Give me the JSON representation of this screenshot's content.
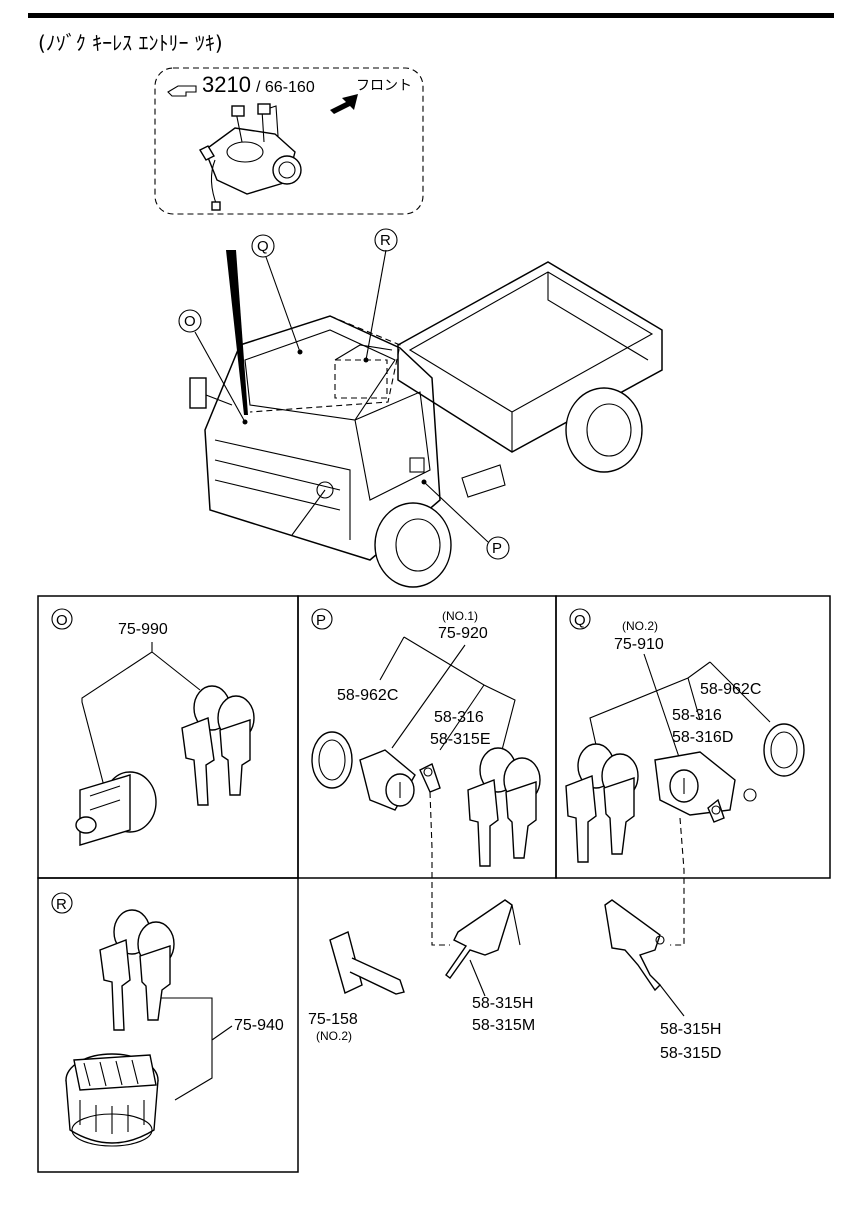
{
  "header": {
    "title": "(ﾉｿﾞｸ ｷｰﾚｽ ｴﾝﾄﾘｰ ﾂｷ)"
  },
  "inset": {
    "ref_main": "3210",
    "ref_sub": "/ 66-160",
    "front": "フロント"
  },
  "callouts": {
    "o": "O",
    "q": "Q",
    "r": "R",
    "p": "P"
  },
  "panel_o": {
    "marker": "O",
    "part_1": "75-990"
  },
  "panel_p": {
    "marker": "P",
    "note_1": "(NO.1)",
    "part_1": "75-920",
    "part_2": "58-962C",
    "part_3": "58-316",
    "part_4": "58-315E",
    "part_5": "75-158",
    "note_5": "(NO.2)",
    "part_6": "58-315H",
    "part_7": "58-315M"
  },
  "panel_q": {
    "marker": "Q",
    "note_1": "(NO.2)",
    "part_1": "75-910",
    "part_2": "58-962C",
    "part_3": "58-316",
    "part_4": "58-316D",
    "part_5": "58-315H",
    "part_6": "58-315D"
  },
  "panel_r": {
    "marker": "R",
    "part_1": "75-940"
  }
}
